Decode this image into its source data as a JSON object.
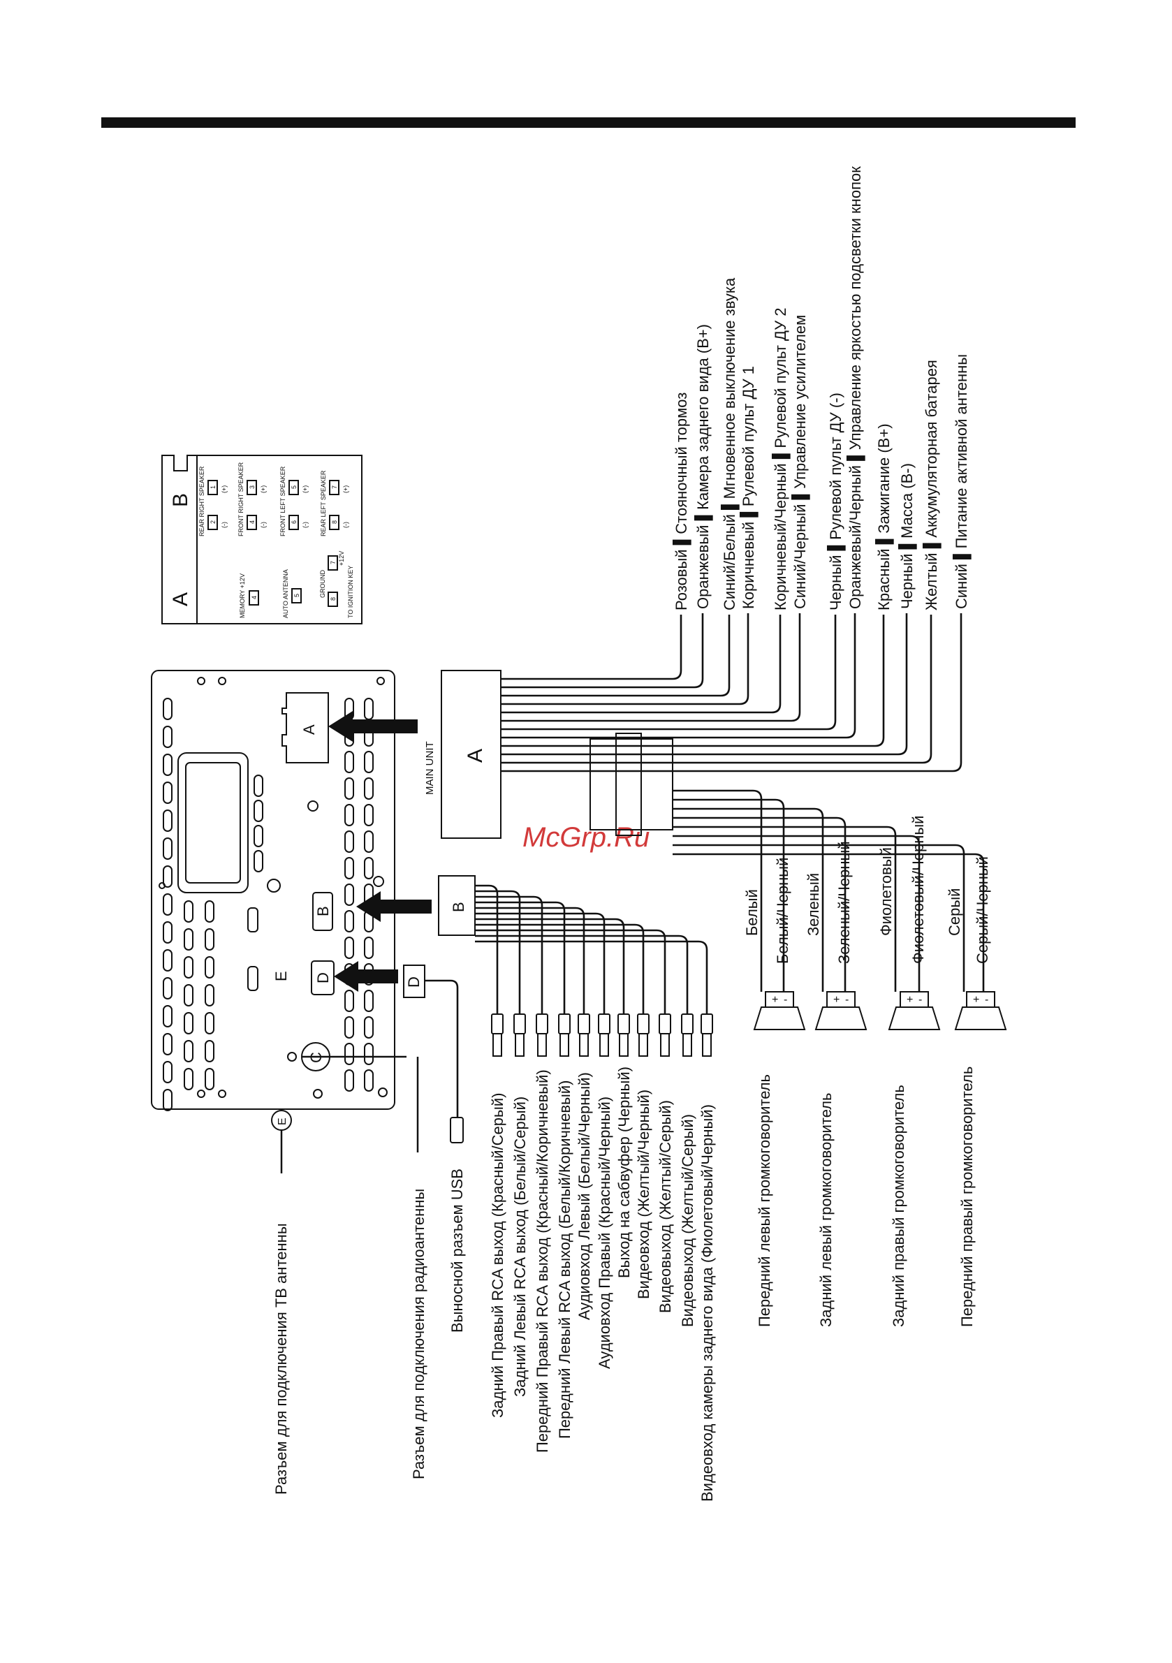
{
  "watermark": "McGrp.Ru",
  "connector_A": {
    "letter": "A",
    "pins": [
      "MEMORY +12V",
      "4",
      "AUTO ANTENNA",
      "5",
      "GROUND",
      "8",
      "+12V",
      "7",
      "TO IGNITION KEY"
    ]
  },
  "connector_B": {
    "letter": "B",
    "groups": [
      {
        "name": "REAR RIGHT SPEAKER",
        "pins": [
          "2",
          "1"
        ],
        "signs": [
          "(-)",
          "(+)"
        ]
      },
      {
        "name": "FRONT RIGHT SPEAKER",
        "pins": [
          "4",
          "3"
        ],
        "signs": [
          "(-)",
          "(+)"
        ]
      },
      {
        "name": "FRONT LEFT SPEAKER",
        "pins": [
          "6",
          "5"
        ],
        "signs": [
          "(-)",
          "(+)"
        ]
      },
      {
        "name": "REAR LEFT SPEAKER",
        "pins": [
          "8",
          "7"
        ],
        "signs": [
          "(-)",
          "(+)"
        ]
      }
    ]
  },
  "unit": {
    "main_unit_label": "MAIN UNIT",
    "box_A": "A",
    "box_B": "B",
    "box_D": "D",
    "socket_A": "A",
    "socket_B": "B",
    "socket_D": "D",
    "socket_C": "C",
    "socket_E": "E",
    "circle_E": "E"
  },
  "harness_A_wires": [
    {
      "color": "Розовый",
      "function": "Стояночный тормоз"
    },
    {
      "color": "Оранжевый",
      "function": "Камера заднего вида (B+)"
    },
    {
      "color": "Синий/Белый",
      "function": "Мгновенное выключение звука"
    },
    {
      "color": "Коричневый",
      "function": "Рулевой пульт ДУ  1"
    },
    {
      "color": "Коричневый/Черный",
      "function": "Рулевой пульт ДУ  2"
    },
    {
      "color": "Синий/Черный",
      "function": "Управление усилителем"
    },
    {
      "color": "Черный",
      "function": "Рулевой пульт ДУ (-)"
    },
    {
      "color": "Оранжевый/Черный",
      "function": "Управление яркостью подсветки кнопок"
    },
    {
      "color": "Красный",
      "function": "Зажигание (B+)"
    },
    {
      "color": "Черный",
      "function": "Масса (B-)"
    },
    {
      "color": "Желтый",
      "function": "Аккумуляторная батарея"
    },
    {
      "color": "Синий",
      "function": "Питание активной антенны"
    }
  ],
  "speaker_wires": [
    {
      "plus": "Белый",
      "minus": "Белый/Черный",
      "speaker": "Передний левый громкоговоритель"
    },
    {
      "plus": "Зеленый",
      "minus": "Зеленый/Черный",
      "speaker": "Задний левый громкоговоритель"
    },
    {
      "plus": "Фиолетовый",
      "minus": "Фиолетовый/Черный",
      "speaker": "Задний правый громкоговоритель"
    },
    {
      "plus": "Серый",
      "minus": "Серый/Черный",
      "speaker": "Передний правый громкоговоритель"
    }
  ],
  "speaker_polarity": {
    "plus": "+",
    "minus": "-"
  },
  "rca_outputs": [
    "Задний Правый RCA выход (Красный/Серый)",
    "Задний Левый RCA выход (Белый/Серый)",
    "Передний Правый RCA выход (Красный/Коричневый)",
    "Передний Левый RCA выход (Белый/Коричневый)",
    "Аудиовход Левый (Белый/Черный)",
    "Аудиовход Правый (Красный/Черный)",
    "Выход на сабвуфер (Черный)",
    "Видеовход (Желтый/Черный)",
    "Видеовыход (Желтый/Серый)",
    "Видеовыход (Желтый/Серый)",
    "Видеовход камеры заднего вида (Фиолетовый/Черный)"
  ],
  "left_labels": {
    "tv_antenna": "Разъем для подключения ТВ антенны",
    "radio_antenna": "Разъем для подключения радиоантенны",
    "usb": "Выносной разъем USB"
  }
}
